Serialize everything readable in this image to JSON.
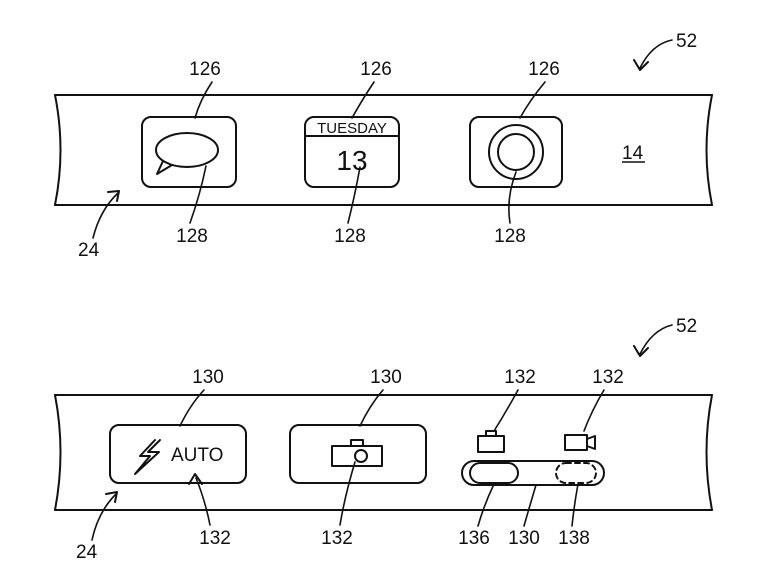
{
  "figure": {
    "top_panel": {
      "ref_device": "52",
      "ref_strip": "24",
      "ref_display": "14",
      "icons": [
        {
          "name": "message-bubble-icon",
          "ref_top": "126",
          "ref_bottom": "128"
        },
        {
          "name": "calendar-icon",
          "ref_top": "126",
          "ref_bottom": "128",
          "day": "TUESDAY",
          "date": "13"
        },
        {
          "name": "camera-button-icon",
          "ref_top": "126",
          "ref_bottom": "128"
        }
      ]
    },
    "bottom_panel": {
      "ref_device": "52",
      "ref_strip": "24",
      "flash": {
        "ref_top": "130",
        "ref_bottom": "132",
        "label": "AUTO"
      },
      "camera": {
        "ref_top": "130",
        "ref_bottom": "132"
      },
      "still_icon_ref": "132",
      "video_icon_ref": "132",
      "slider": {
        "ref_left": "136",
        "ref_center": "130",
        "ref_right": "138"
      }
    }
  }
}
